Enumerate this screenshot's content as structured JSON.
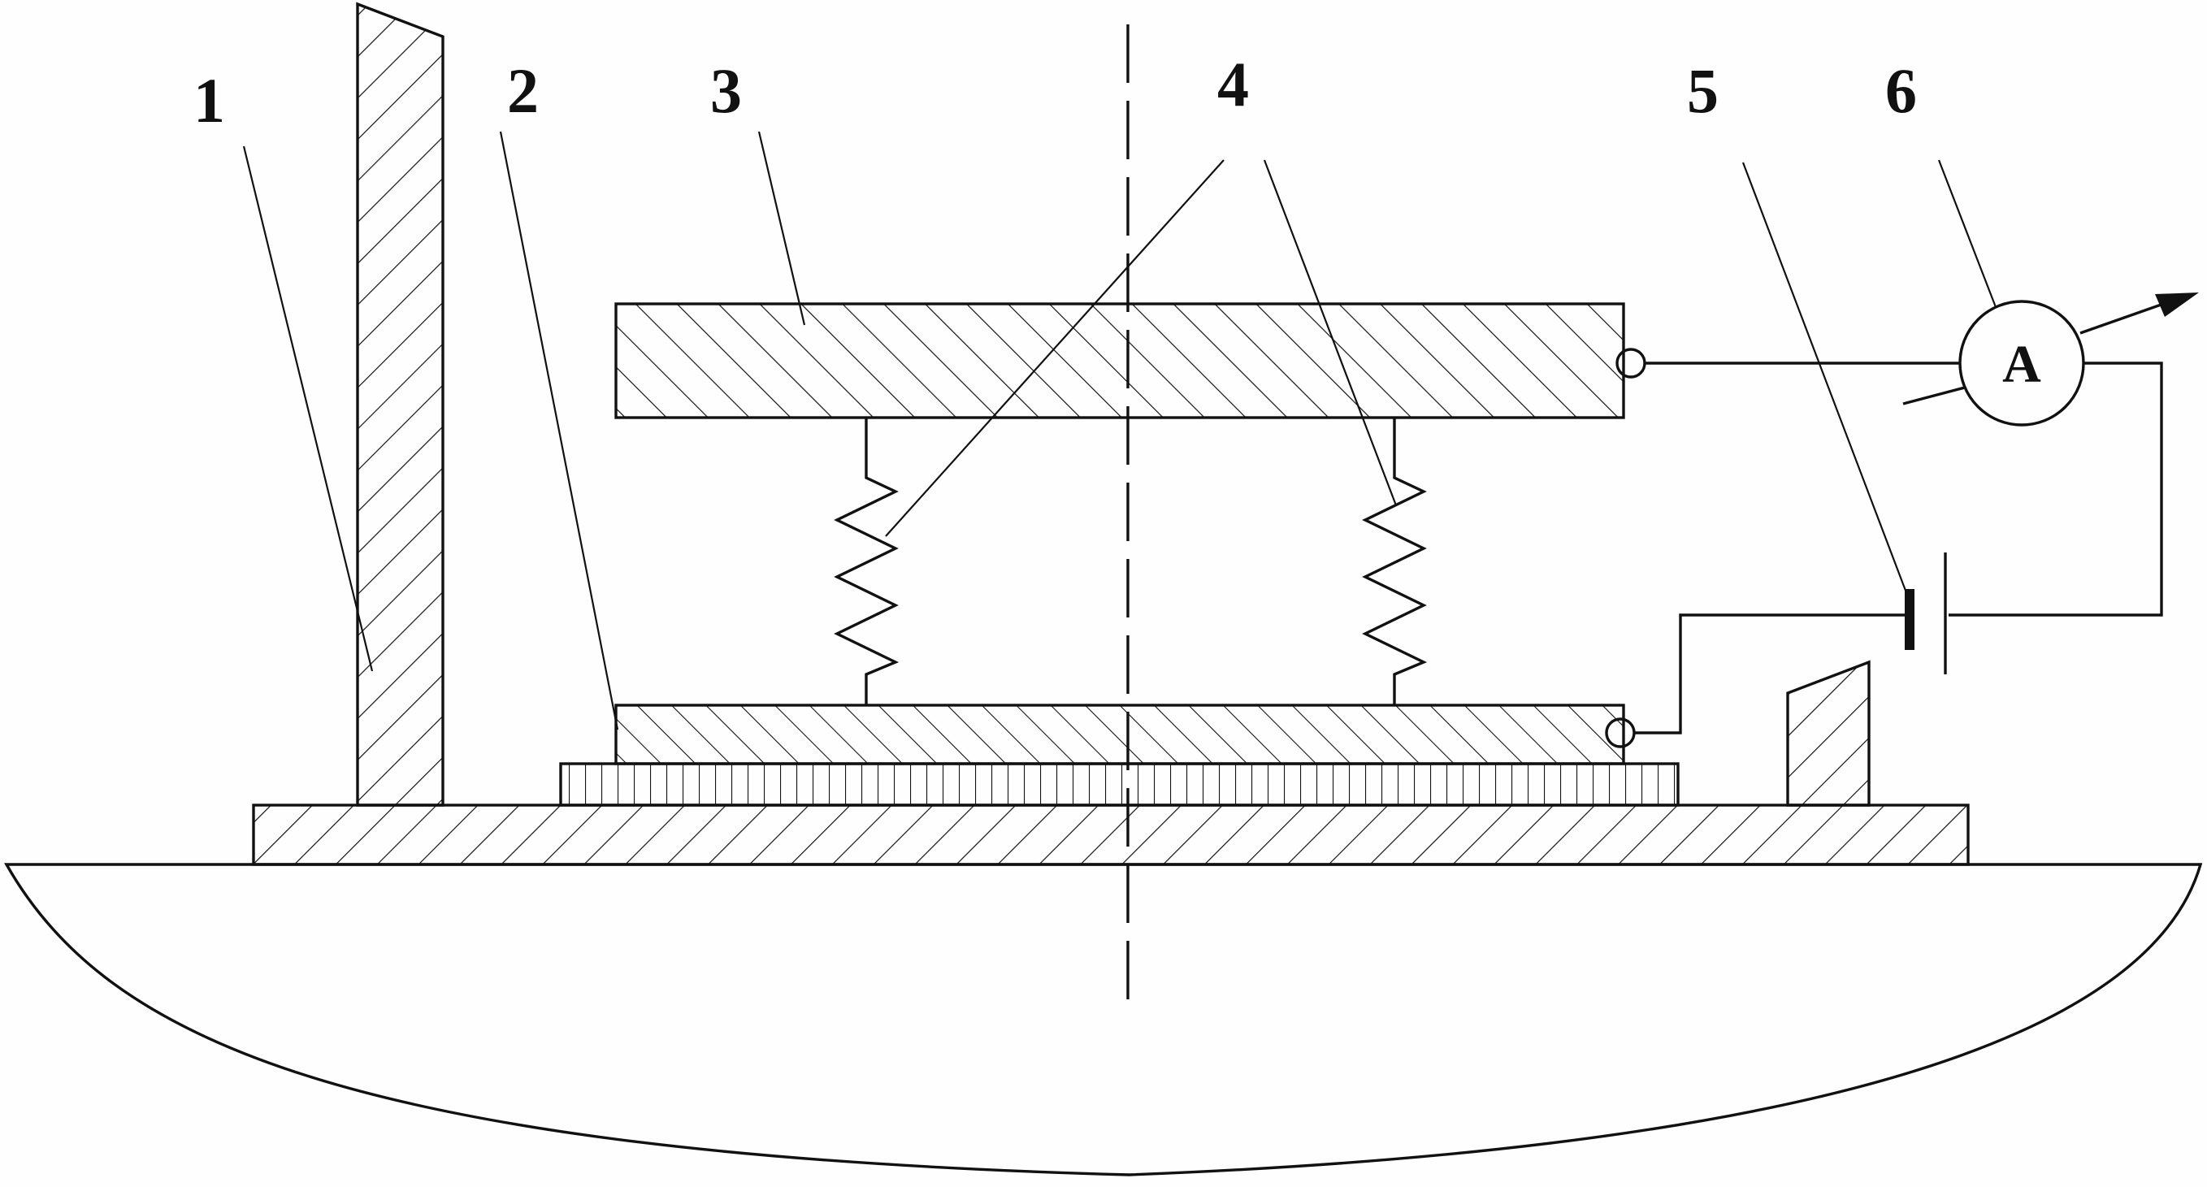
{
  "labels": {
    "label_1": "1",
    "label_2": "2",
    "label_3": "3",
    "label_4": "4",
    "label_5": "5",
    "label_6": "6"
  },
  "ammeter": {
    "symbol": "A"
  },
  "icons": {
    "ammeter": "circle-letter-a-icon",
    "battery": "battery-cell-icon",
    "spring": "zigzag-spring-icon",
    "terminal": "small-circle-terminal-icon"
  },
  "colors": {
    "ink": "#111111",
    "background": "#fefefe"
  }
}
